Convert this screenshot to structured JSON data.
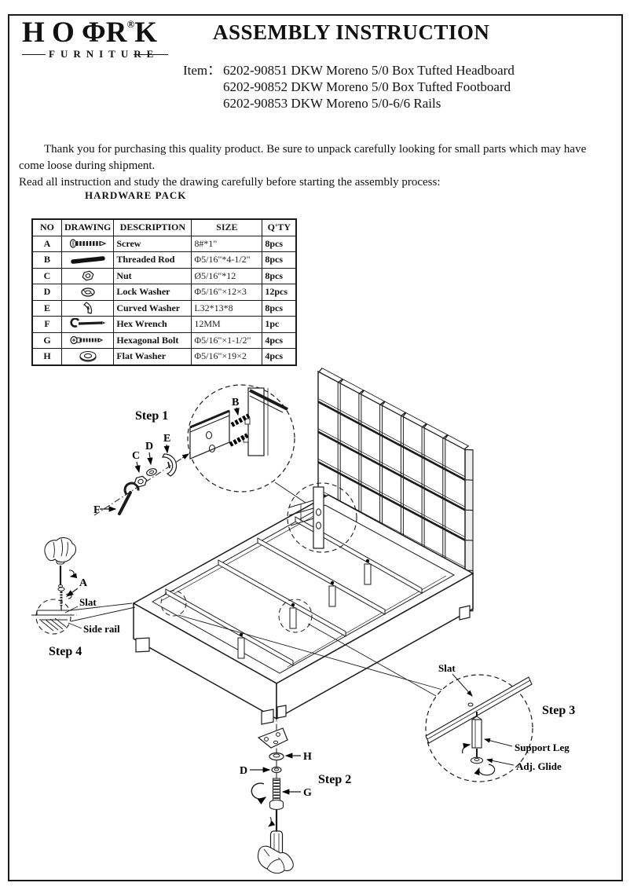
{
  "header": {
    "logo_prefix": "H O ΦR",
    "logo_registered": "®",
    "logo_suffix": "K",
    "logo_subtitle": "FURNITURE",
    "title": "ASSEMBLY INSTRUCTION",
    "item_label": "Item：",
    "items": [
      "6202-90851 DKW Moreno 5/0 Box Tufted Headboard",
      "6202-90852 DKW Moreno 5/0 Box Tufted Footboard",
      "6202-90853 DKW Moreno 5/0-6/6 Rails"
    ]
  },
  "intro": {
    "line1": "Thank you for purchasing this quality product. Be sure to unpack carefully looking for small parts which may have",
    "line2": "come loose during shipment.",
    "line3": "Read all instruction and study the drawing carefully before starting the assembly process:"
  },
  "hardware": {
    "heading": "HARDWARE PACK",
    "columns": [
      "NO",
      "DRAWING",
      "DESCRIPTION",
      "SIZE",
      "Q'TY"
    ],
    "rows": [
      {
        "no": "A",
        "icon": "screw-icon",
        "description": "Screw",
        "size": "8#*1\"",
        "qty": "8pcs"
      },
      {
        "no": "B",
        "icon": "threaded-rod-icon",
        "description": "Threaded Rod",
        "size": "Φ5/16\"*4-1/2\"",
        "qty": "8pcs"
      },
      {
        "no": "C",
        "icon": "nut-icon",
        "description": "Nut",
        "size": "Ø5/16\"*12",
        "qty": "8pcs"
      },
      {
        "no": "D",
        "icon": "lock-washer-icon",
        "description": "Lock Washer",
        "size": "Φ5/16\"×12×3",
        "qty": "12pcs"
      },
      {
        "no": "E",
        "icon": "curved-washer-icon",
        "description": "Curved Washer",
        "size": "L32*13*8",
        "qty": "8pcs"
      },
      {
        "no": "F",
        "icon": "hex-wrench-icon",
        "description": "Hex Wrench",
        "size": "12MM",
        "qty": "1pc"
      },
      {
        "no": "G",
        "icon": "hexagonal-bolt-icon",
        "description": "Hexagonal Bolt",
        "size": "Φ5/16\"×1-1/2\"",
        "qty": "4pcs"
      },
      {
        "no": "H",
        "icon": "flat-washer-icon",
        "description": "Flat Washer",
        "size": "Φ5/16\"×19×2",
        "qty": "4pcs"
      }
    ]
  },
  "diagram": {
    "step1": "Step 1",
    "step2": "Step 2",
    "step3": "Step 3",
    "step4": "Step 4",
    "label_a": "A",
    "label_b": "B",
    "label_c": "C",
    "label_d": "D",
    "label_e": "E",
    "label_f": "F",
    "label_g": "G",
    "label_h": "H",
    "callout_slat_step4": "Slat",
    "callout_side_rail": "Side rail",
    "callout_slat_step3": "Slat",
    "callout_support_leg": "Support Leg",
    "callout_adj_glide": "Adj. Glide"
  }
}
